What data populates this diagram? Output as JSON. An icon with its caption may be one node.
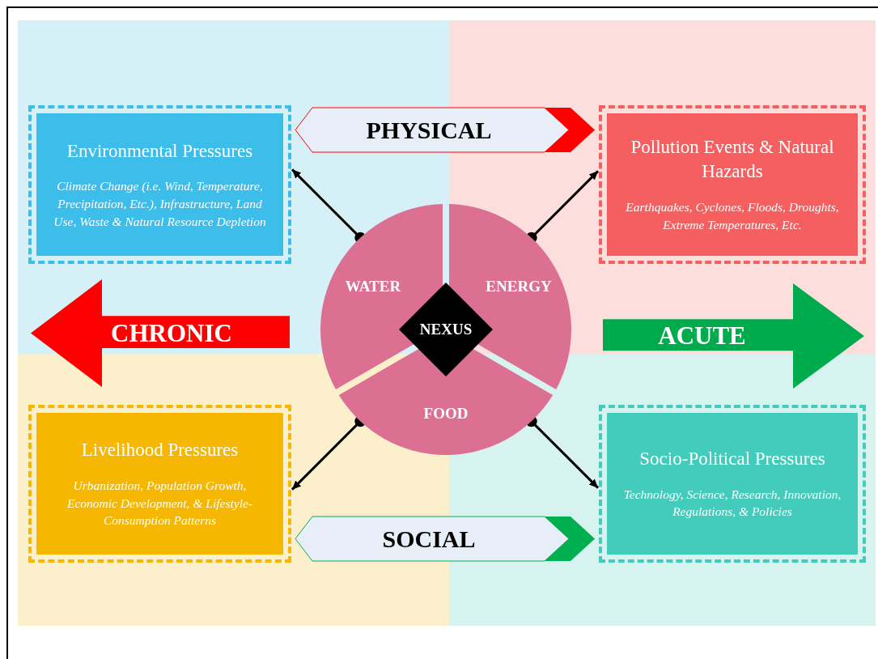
{
  "diagram": {
    "nodes": [
      {
        "text": [
          "Environmental Pressures",
          "Climate Change (i.e. Wind, Temperature, Precipitation, Etc.), Infrastructure, Land Use, Waste & Natural Resource Depletion"
        ]
      },
      {
        "text": [
          "Pollution Events & Natural Hazards",
          "Earthquakes, Cyclones, Floods, Droughts, Extreme Temperatures, Etc."
        ]
      },
      {
        "text": [
          "WATER"
        ]
      },
      {
        "text": [
          "ENERGY"
        ]
      },
      {
        "text": [
          "CHRONIC"
        ]
      },
      {
        "text": [
          "NEXUS"
        ]
      },
      {
        "text": [
          "ACUTE"
        ]
      },
      {
        "text": [
          "FOOD"
        ]
      },
      {
        "text": [
          "Livelihood Pressures",
          "Urbanization, Population Growth, Economic Development, & Lifestyle-Consumption Patterns"
        ]
      },
      {
        "text": [
          "Socio-Political Pressures",
          "Technology, Science, Research, Innovation, Regulations, & Policies"
        ]
      }
    ],
    "edges": [
      {
        "from": 0,
        "to": 1,
        "arrow": "to",
        "label": "PHYSICAL",
        "color": "#ff0000"
      },
      {
        "from": 2,
        "to": 0,
        "arrow": "to"
      },
      {
        "from": 3,
        "to": 1,
        "arrow": "to"
      },
      {
        "from": 7,
        "to": 8,
        "arrow": "to"
      },
      {
        "from": 7,
        "to": 9,
        "arrow": "to"
      },
      {
        "from": 8,
        "to": 9,
        "arrow": "to",
        "label": "SOCIAL",
        "color": "#00b050"
      }
    ]
  }
}
